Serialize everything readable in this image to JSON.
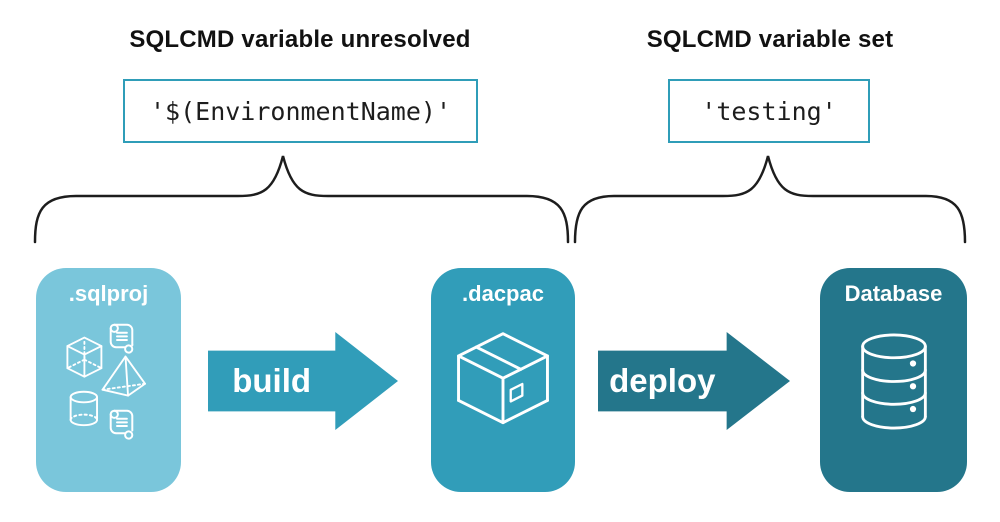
{
  "annotations": {
    "unresolved": {
      "heading": "SQLCMD variable unresolved",
      "code": "'$(EnvironmentName)'"
    },
    "set": {
      "heading": "SQLCMD variable set",
      "code": "'testing'"
    }
  },
  "pipeline": {
    "nodes": [
      {
        "id": "sqlproj",
        "label": ".sqlproj",
        "color": "#7AC6DB",
        "icons": [
          "script-scroll-icon",
          "cube-icon",
          "pyramid-icon",
          "cylinder-icon",
          "script-scroll-icon"
        ]
      },
      {
        "id": "dacpac",
        "label": ".dacpac",
        "color": "#319DB9",
        "icons": [
          "package-box-icon"
        ]
      },
      {
        "id": "database",
        "label": "Database",
        "color": "#24768B",
        "icons": [
          "database-cylinder-icon"
        ]
      }
    ],
    "arrows": [
      {
        "label": "build",
        "color": "#319DB9"
      },
      {
        "label": "deploy",
        "color": "#24768B"
      }
    ]
  },
  "colors": {
    "background": "#ffffff",
    "code_box_border": "#2F9DB8",
    "brace": "#1d1d1d",
    "heading_text": "#111111",
    "code_text": "#1d1d1d",
    "node_label": "#ffffff",
    "icon_stroke": "#ffffff"
  }
}
